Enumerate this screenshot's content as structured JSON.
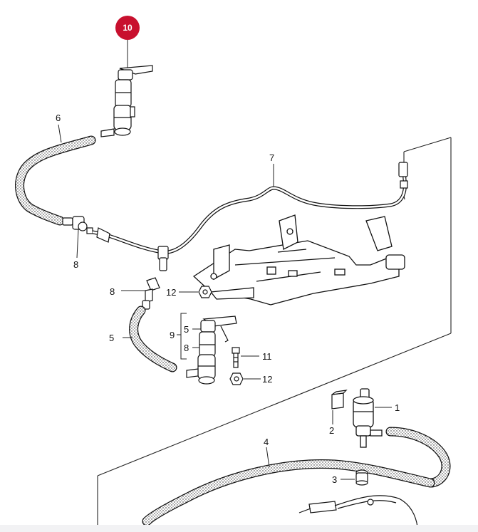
{
  "badge": {
    "label": "10",
    "color": "#c8102e"
  },
  "labels": {
    "l1": "1",
    "l2": "2",
    "l3": "3",
    "l4": "4",
    "l5a": "5",
    "l5b": "5",
    "l6": "6",
    "l7": "7",
    "l8a": "8",
    "l8b": "8",
    "l8c": "8",
    "l9": "9",
    "l11": "11",
    "l12a": "12",
    "l12b": "12"
  }
}
